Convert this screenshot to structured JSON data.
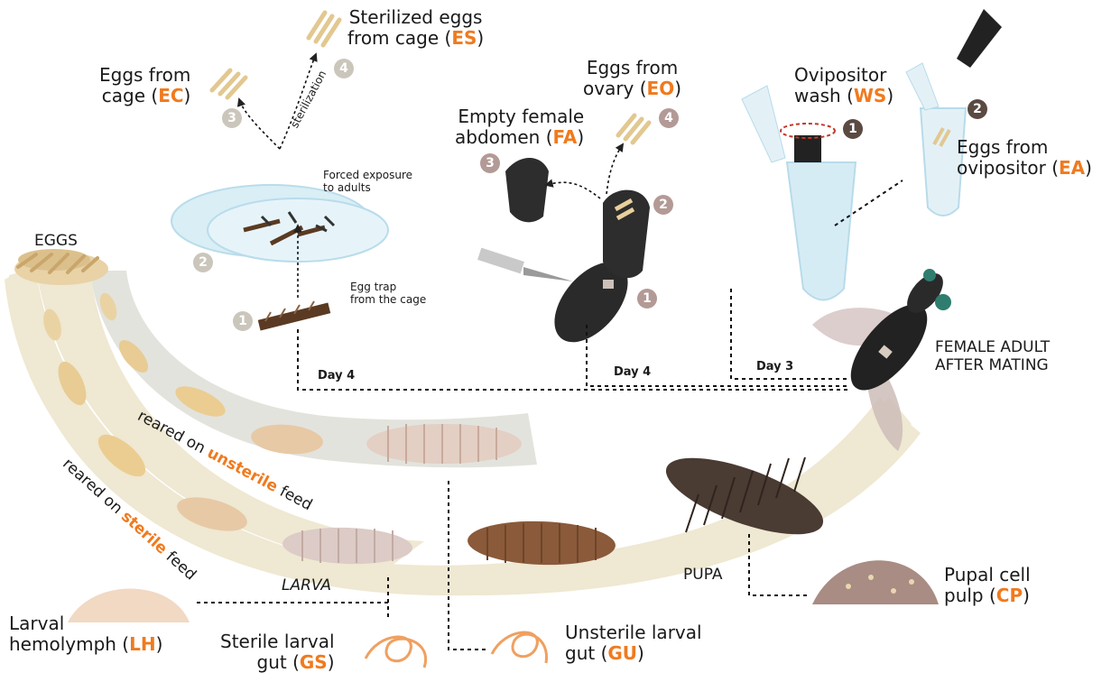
{
  "colors": {
    "accent": "#f07a1e",
    "sterile_band": "#efe8d2",
    "unsterile_band": "#e3e3dd",
    "pupa": "#4a3b33",
    "larva": "#e6c994",
    "fly": "#222222",
    "tube": "#d6ecf5"
  },
  "labels": {
    "eggs": "EGGS",
    "larva": "LARVA",
    "pupa": "PUPA",
    "female_adult_1": "FEMALE ADULT",
    "female_adult_2": "AFTER MATING",
    "reared_unsterile_pre": "reared on ",
    "reared_unsterile_word": "unsterile",
    "reared_unsterile_post": " feed",
    "reared_sterile_pre": "reared on ",
    "reared_sterile_word": "sterile",
    "reared_sterile_post": " feed",
    "forced_exposure_1": "Forced exposure",
    "forced_exposure_2": "to adults",
    "egg_trap_1": "Egg trap",
    "egg_trap_2": "from the cage",
    "sterilization": "sterilization",
    "day4_a": "Day 4",
    "day4_b": "Day 4",
    "day3": "Day 3"
  },
  "samples": {
    "ec": {
      "line1": "Eggs from",
      "line2": "cage (",
      "code": "EC",
      "close": ")"
    },
    "es": {
      "line1": "Sterilized eggs",
      "line2": "from cage (",
      "code": "ES",
      "close": ")"
    },
    "eo": {
      "line1": "Eggs from",
      "line2": "ovary (",
      "code": "EO",
      "close": ")"
    },
    "fa": {
      "line1": "Empty female",
      "line2": "abdomen (",
      "code": "FA",
      "close": ")"
    },
    "ws": {
      "line1": "Ovipositor",
      "line2": "wash (",
      "code": "WS",
      "close": ")"
    },
    "ea": {
      "line1": "Eggs from",
      "line2": "ovipositor (",
      "code": "EA",
      "close": ")"
    },
    "lh": {
      "line1": "Larval",
      "line2": "hemolymph (",
      "code": "LH",
      "close": ")"
    },
    "gs": {
      "line1": "Sterile larval",
      "line2": "gut (",
      "code": "GS",
      "close": ")"
    },
    "gu": {
      "line1": "Unsterile larval",
      "line2": "gut (",
      "code": "GU",
      "close": ")"
    },
    "cp": {
      "line1": "Pupal cell",
      "line2": "pulp (",
      "code": "CP",
      "close": ")"
    }
  },
  "step_numbers": {
    "cage_1": "1",
    "cage_2": "2",
    "cage_3": "3",
    "cage_4": "4",
    "ovary_1": "1",
    "ovary_2": "2",
    "ovary_3": "3",
    "ovary_4": "4",
    "ovi_1": "1",
    "ovi_2": "2"
  }
}
